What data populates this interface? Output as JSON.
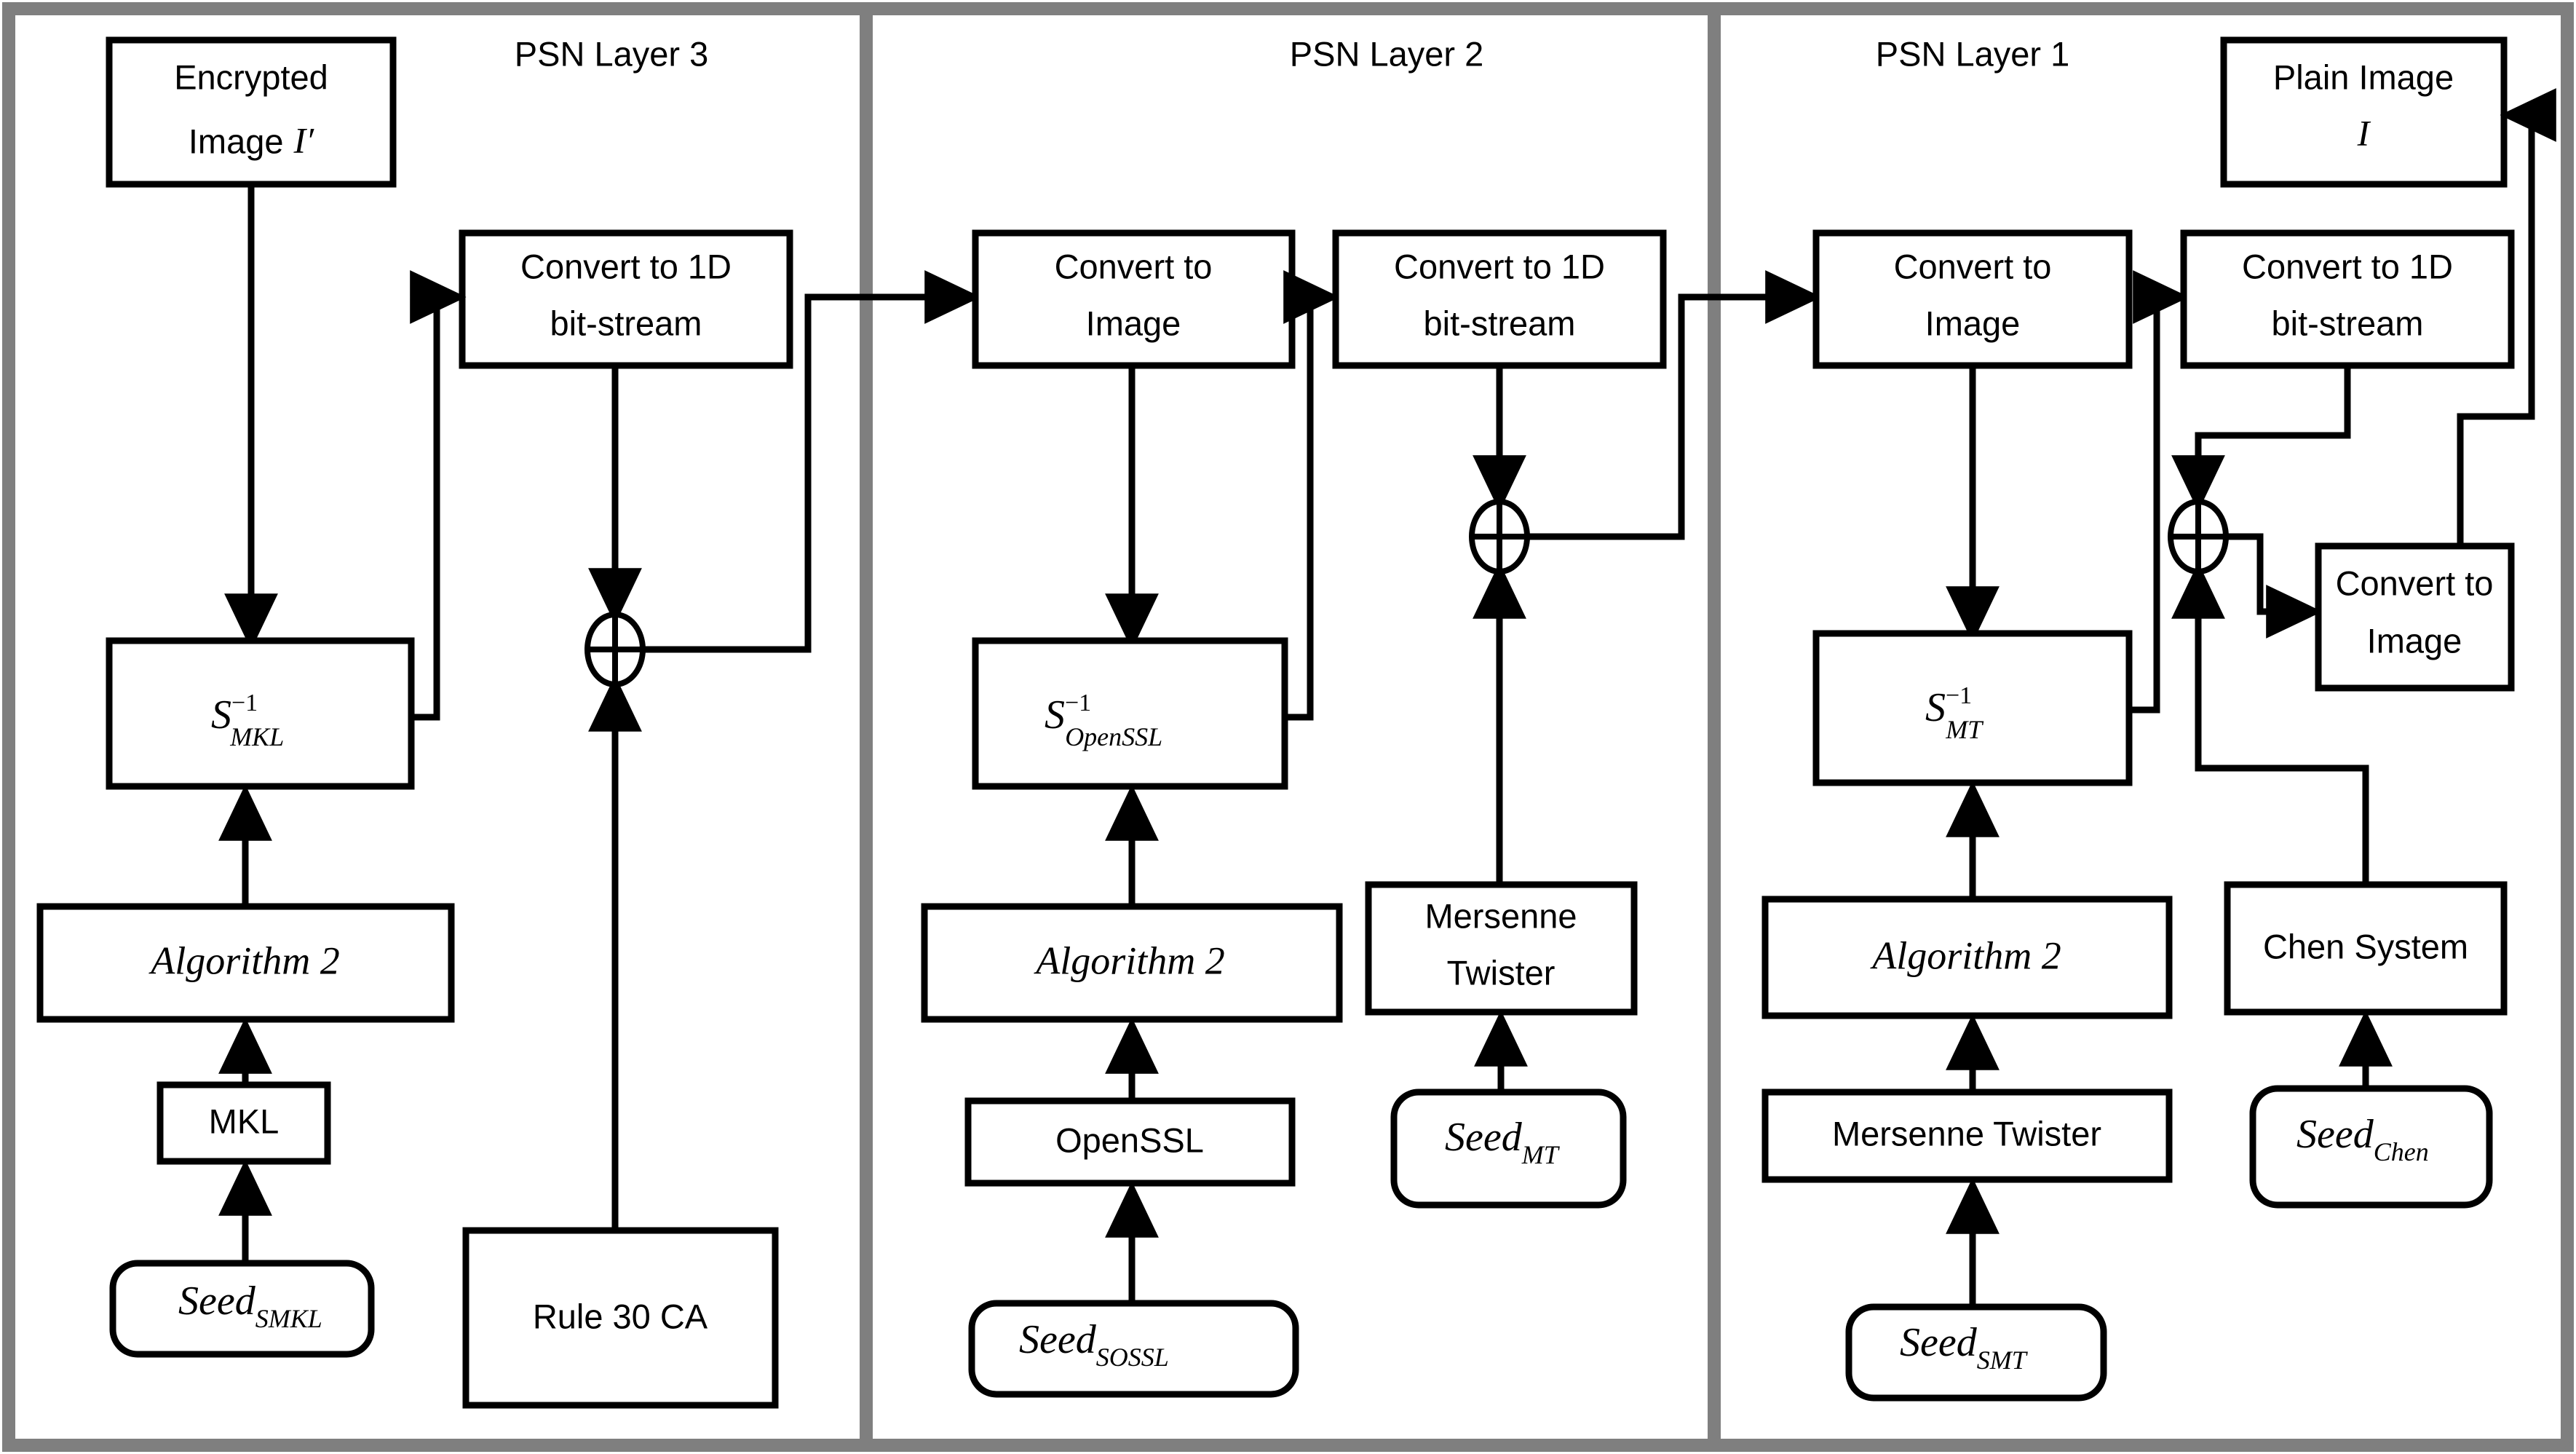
{
  "figure": {
    "kind": "block-diagram",
    "title_absent": true,
    "frame_color": "#7f7f7f",
    "line_color": "#000000",
    "background": "#ffffff"
  },
  "panels": [
    {
      "id": "layer3",
      "label": "PSN Layer 3"
    },
    {
      "id": "layer2",
      "label": "PSN Layer 2"
    },
    {
      "id": "layer1",
      "label": "PSN Layer 1"
    }
  ],
  "layer3": {
    "encrypted_image": {
      "line1": "Encrypted",
      "line2": "Image",
      "symbol": "I′"
    },
    "convert_1d": {
      "line1": "Convert to 1D",
      "line2": "bit-stream"
    },
    "s_inverse": {
      "base": "S",
      "sup": "−1",
      "sub": "MKL"
    },
    "algorithm": "Algorithm 2",
    "mkl": "MKL",
    "seed": {
      "base": "Seed",
      "sub": "SMKL"
    },
    "rule30": "Rule 30 CA",
    "xor": "⊕"
  },
  "layer2": {
    "convert_image": {
      "line1": "Convert to",
      "line2": "Image"
    },
    "convert_1d": {
      "line1": "Convert to 1D",
      "line2": "bit-stream"
    },
    "s_inverse": {
      "base": "S",
      "sup": "−1",
      "sub": "OpenSSL"
    },
    "algorithm": "Algorithm 2",
    "openssl": "OpenSSL",
    "seed_openssl": {
      "base": "Seed",
      "sub": "SOSSL"
    },
    "mersenne": {
      "line1": "Mersenne",
      "line2": "Twister"
    },
    "seed_mt": {
      "base": "Seed",
      "sub": "MT"
    },
    "xor": "⊕"
  },
  "layer1": {
    "convert_image_left": {
      "line1": "Convert to",
      "line2": "Image"
    },
    "convert_1d": {
      "line1": "Convert to 1D",
      "line2": "bit-stream"
    },
    "plain_image": {
      "line1": "Plain Image",
      "symbol": "I"
    },
    "s_inverse": {
      "base": "S",
      "sup": "−1",
      "sub": "MT"
    },
    "algorithm": "Algorithm 2",
    "mersenne": "Mersenne Twister",
    "seed_smt": {
      "base": "Seed",
      "sub": "SMT"
    },
    "chen": "Chen System",
    "seed_chen": {
      "base": "Seed",
      "sub": "Chen"
    },
    "convert_image_right": {
      "line1": "Convert to",
      "line2": "Image"
    },
    "xor": "⊕"
  }
}
